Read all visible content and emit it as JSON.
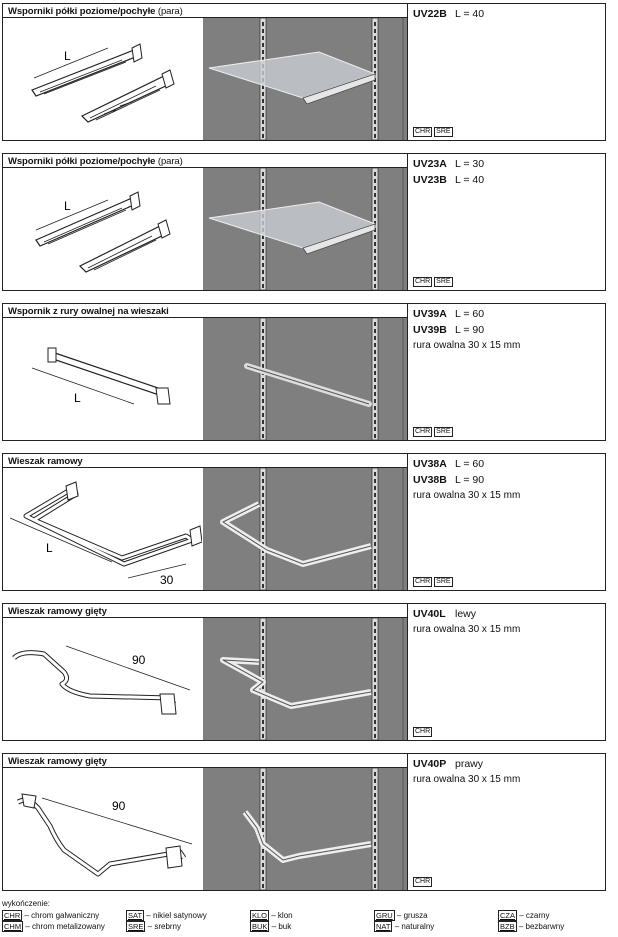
{
  "products": [
    {
      "title": "Wsporniki półki poziome/pochyłe",
      "title_suffix": "(para)",
      "variants": [
        {
          "code": "UV22B",
          "length": "L = 40"
        }
      ],
      "description": "",
      "finishes": [
        "CHR",
        "SRE"
      ],
      "drawing_labels": [
        "L"
      ]
    },
    {
      "title": "Wsporniki półki poziome/pochyłe",
      "title_suffix": "(para)",
      "variants": [
        {
          "code": "UV23A",
          "length": "L = 30"
        },
        {
          "code": "UV23B",
          "length": "L = 40"
        }
      ],
      "description": "",
      "finishes": [
        "CHR",
        "SRE"
      ],
      "drawing_labels": [
        "L"
      ]
    },
    {
      "title": "Wspornik z rury owalnej na wieszaki",
      "title_suffix": "",
      "variants": [
        {
          "code": "UV39A",
          "length": "L = 60"
        },
        {
          "code": "UV39B",
          "length": "L = 90"
        }
      ],
      "description": "rura owalna 30 x 15 mm",
      "finishes": [
        "CHR",
        "SRE"
      ],
      "drawing_labels": [
        "L"
      ]
    },
    {
      "title": "Wieszak ramowy",
      "title_suffix": "",
      "variants": [
        {
          "code": "UV38A",
          "length": "L = 60"
        },
        {
          "code": "UV38B",
          "length": "L = 90"
        }
      ],
      "description": "rura owalna 30 x 15 mm",
      "finishes": [
        "CHR",
        "SRE"
      ],
      "drawing_labels": [
        "L",
        "30"
      ]
    },
    {
      "title": "Wieszak ramowy gięty",
      "title_suffix": "",
      "variants": [
        {
          "code": "UV40L",
          "length": "lewy"
        }
      ],
      "description": "rura owalna 30 x 15 mm",
      "finishes": [
        "CHR"
      ],
      "drawing_labels": [
        "90"
      ]
    },
    {
      "title": "Wieszak ramowy gięty",
      "title_suffix": "",
      "variants": [
        {
          "code": "UV40P",
          "length": "prawy"
        }
      ],
      "description": "rura owalna 30 x 15 mm",
      "finishes": [
        "CHR"
      ],
      "drawing_labels": [
        "90"
      ]
    }
  ],
  "legend": {
    "heading": "wykończenie:",
    "items": [
      {
        "abbr": "CHR",
        "text": "– chrom galwaniczny"
      },
      {
        "abbr": "CHM",
        "text": "– chrom metalizowany"
      },
      {
        "abbr": "SAT",
        "text": "– nikiel satynowy"
      },
      {
        "abbr": "SRE",
        "text": "– srebrny"
      },
      {
        "abbr": "KLO",
        "text": "– klon"
      },
      {
        "abbr": "BUK",
        "text": "– buk"
      },
      {
        "abbr": "GRU",
        "text": "– grusza"
      },
      {
        "abbr": "NAT",
        "text": "– naturalny"
      },
      {
        "abbr": "CZA",
        "text": "– czarny"
      },
      {
        "abbr": "BZB",
        "text": "– bezbarwny"
      }
    ]
  }
}
